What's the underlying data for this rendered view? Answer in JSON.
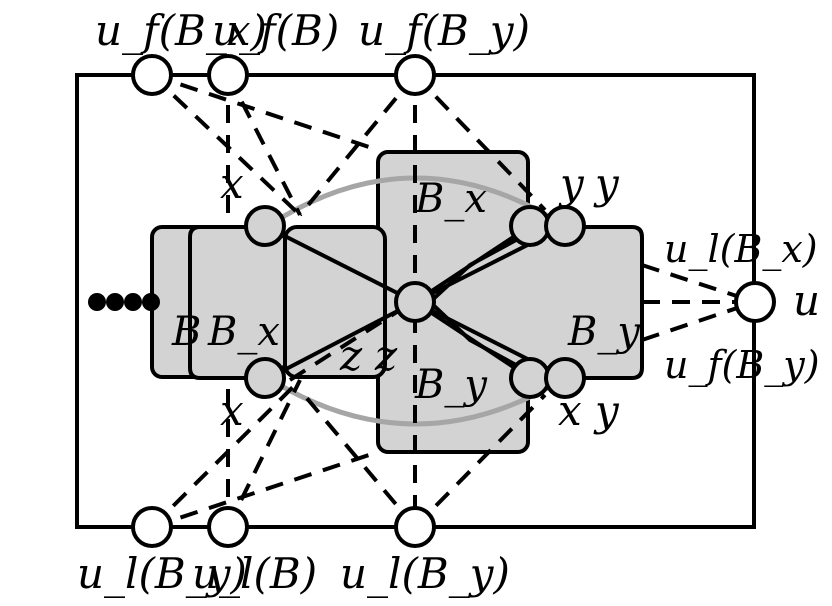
{
  "labels": {
    "uf_Bx": "u_f(B_x)",
    "uf_B": "u_f(B)",
    "uf_By_top": "u_f(B_y)",
    "ul_By_bot_left": "u_l(B_y)",
    "ul_B": "u_l(B)",
    "ul_By_bot_mid": "u_l(B_y)",
    "ul_Bx_right": "u_l(B_x)",
    "uf_By_right": "u_f(B_y)",
    "u_right": "u",
    "x_upper_left": "x",
    "x_lower_left": "x",
    "y_upper_right_1": "y",
    "y_upper_right_2": "y",
    "x_lower_right": "x",
    "y_lower_right": "y",
    "z_1": "z",
    "z_2": "z",
    "Bx_left": "B_x",
    "Bx_top": "B_x",
    "By_bottom": "B_y",
    "By_right": "B_y",
    "B_partial": "B"
  }
}
